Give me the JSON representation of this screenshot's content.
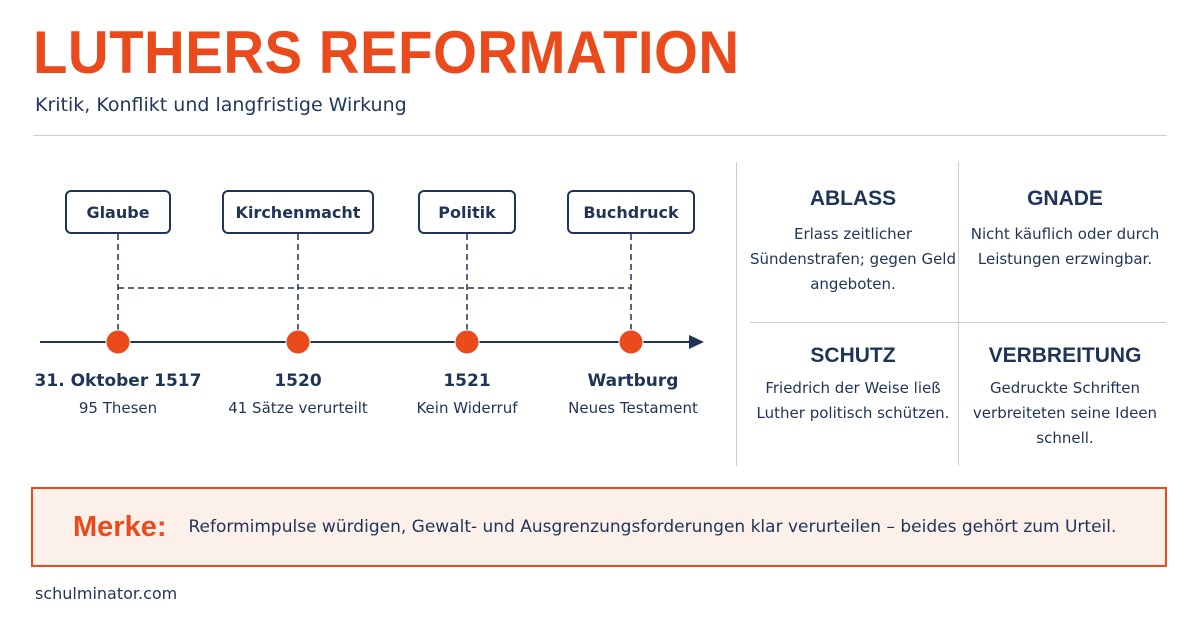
{
  "header": {
    "title": "LUTHERS REFORMATION",
    "subtitle": "Kritik, Konflikt und langfristige Wirkung"
  },
  "colors": {
    "accent": "#ea4a1c",
    "navy": "#1f3456",
    "rule": "#c9ccd6",
    "merke_bg": "#fcf0ea"
  },
  "timeline": {
    "labels": [
      "Glaube",
      "Kirchenmacht",
      "Politik",
      "Buchdruck"
    ],
    "events": [
      {
        "date": "31. Oktober 1517",
        "text": "95 Thesen"
      },
      {
        "date": "1520",
        "text": "41 Sätze verurteilt"
      },
      {
        "date": "1521",
        "text": "Kein Widerruf"
      },
      {
        "date": "Wartburg",
        "text": "Neues Testament"
      }
    ]
  },
  "grid": [
    {
      "title": "ABLASS",
      "text": "Erlass zeitlicher Sündenstrafen; gegen Geld angeboten."
    },
    {
      "title": "GNADE",
      "text": "Nicht käuflich oder durch Leistungen erzwingbar."
    },
    {
      "title": "SCHUTZ",
      "text": "Friedrich der Weise ließ Luther politisch schützen."
    },
    {
      "title": "VERBREITUNG",
      "text": "Gedruckte Schriften verbreiteten seine Ideen schnell."
    }
  ],
  "merke": {
    "label": "Merke:",
    "text": "Reformimpulse würdigen, Gewalt- und Ausgrenzungsforderungen klar verurteilen – beides gehört zum Urteil."
  },
  "footer": {
    "site": "schulminator.com"
  }
}
